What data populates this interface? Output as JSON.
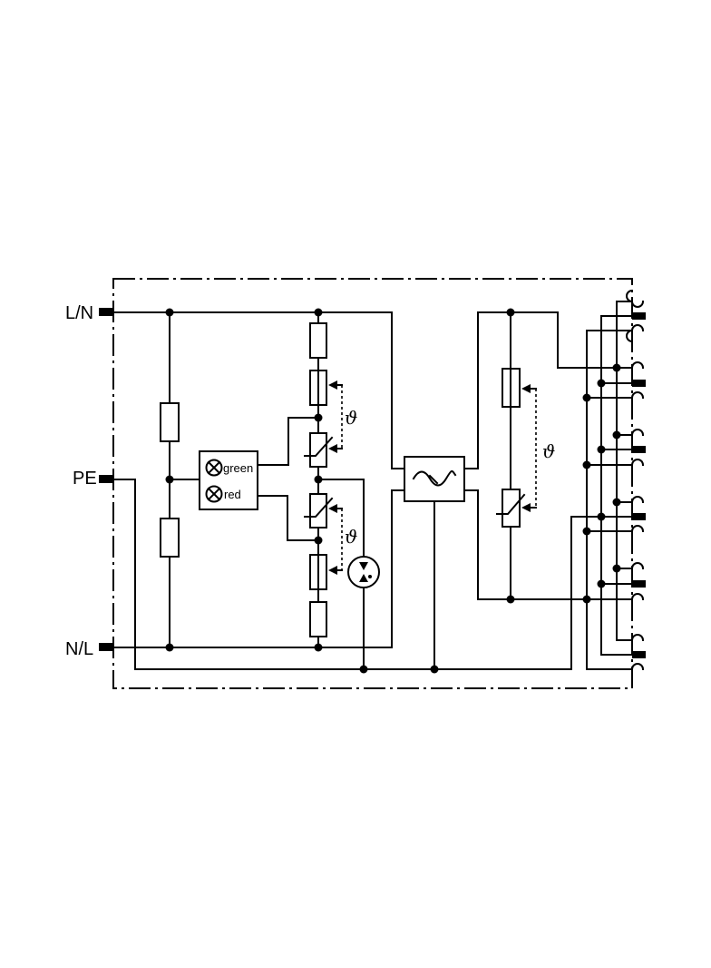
{
  "terminals": {
    "top": "L/N",
    "middle": "PE",
    "bottom": "N/L"
  },
  "indicator": {
    "lamp_1": "green",
    "lamp_2": "red"
  },
  "symbols": {
    "thermal_1": "ϑ",
    "thermal_2": "ϑ",
    "thermal_3": "ϑ"
  }
}
